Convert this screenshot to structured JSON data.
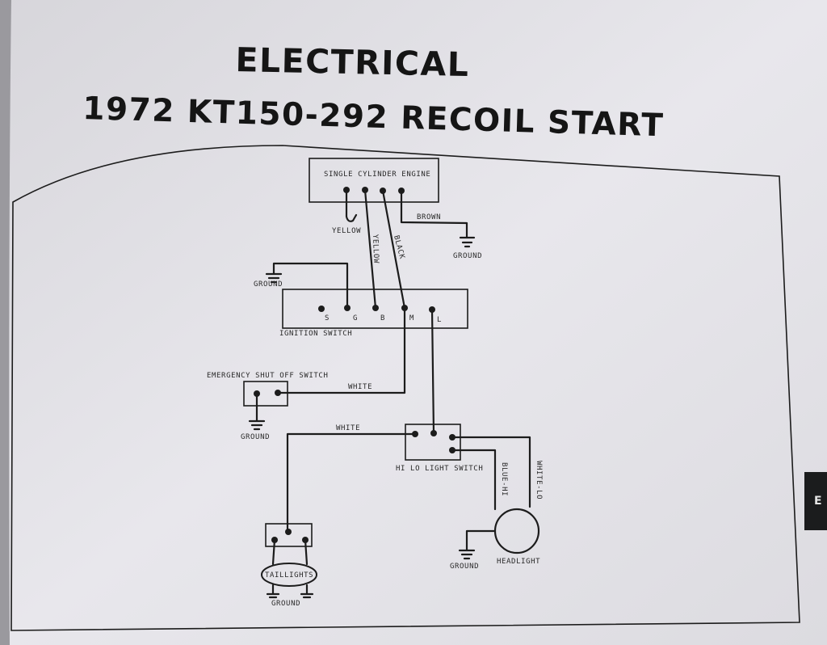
{
  "header": {
    "title": "ELECTRICAL",
    "subtitle": "1972 KT150-292 RECOIL START"
  },
  "side_tab": {
    "label": "E"
  },
  "components": {
    "engine": "SINGLE CYLINDER ENGINE",
    "ignition_switch": "IGNITION SWITCH",
    "ignition_terminals": [
      "S",
      "G",
      "B",
      "M",
      "L"
    ],
    "emergency_switch": "EMERGENCY SHUT OFF SWITCH",
    "hilo_switch": "HI LO LIGHT SWITCH",
    "headlight": "HEADLIGHT",
    "taillights": "TAILLIGHTS"
  },
  "wires": {
    "yellow_1": "YELLOW",
    "yellow_2": "YELLOW",
    "black": "BLACK",
    "brown": "BROWN",
    "white_emergency": "WHITE",
    "white_tail": "WHITE",
    "blue_hi": "BLUE-HI",
    "white_lo": "WHITE-LO"
  },
  "grounds": {
    "engine_brown": "GROUND",
    "ignition_left": "GROUND",
    "emergency": "GROUND",
    "headlight": "GROUND",
    "taillight": "GROUND"
  },
  "colors": {
    "paper": "#e9e8ed",
    "ink": "#1c1c1c",
    "tab": "#1b1c1d",
    "background": "#a9a8ad"
  }
}
